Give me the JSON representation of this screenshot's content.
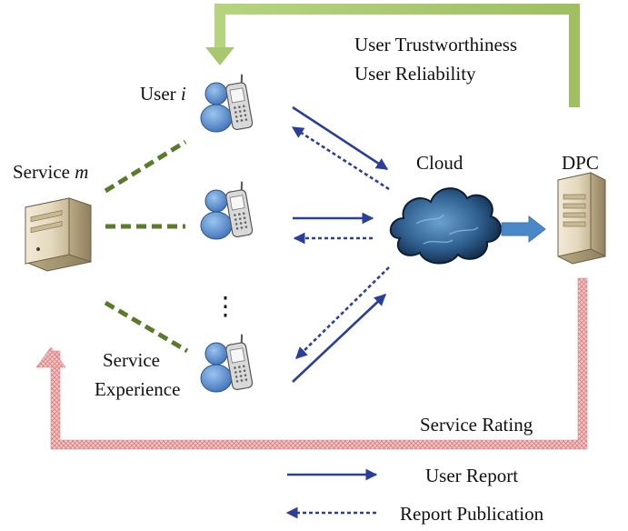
{
  "labels": {
    "user_i_prefix": "User ",
    "user_i_var": "i",
    "service_m_prefix": "Service ",
    "service_m_var": "m",
    "cloud": "Cloud",
    "dpc": "DPC",
    "user_trustworthiness": "User Trustworthiness",
    "user_reliability": "User Reliability",
    "service_line1": "Service",
    "service_line2": "Experience",
    "service_rating": "Service Rating",
    "ellipsis": "⋮"
  },
  "legend": {
    "user_report": "User Report",
    "report_publication": "Report Publication"
  },
  "colors": {
    "arrow_blue": "#2a3f9a",
    "dash_green": "#5a7a2c",
    "feedback_green": "#a8c870",
    "rating_pink": "#f2b8b8",
    "rating_pink_dark": "#d88a8a",
    "cloud_dark": "#1e3f66",
    "cloud_light": "#5f93c2",
    "person_blue": "#5b8fd0"
  },
  "icons": [
    "server-icon",
    "user-phone-icon",
    "cloud-icon",
    "dpc-server-icon"
  ]
}
